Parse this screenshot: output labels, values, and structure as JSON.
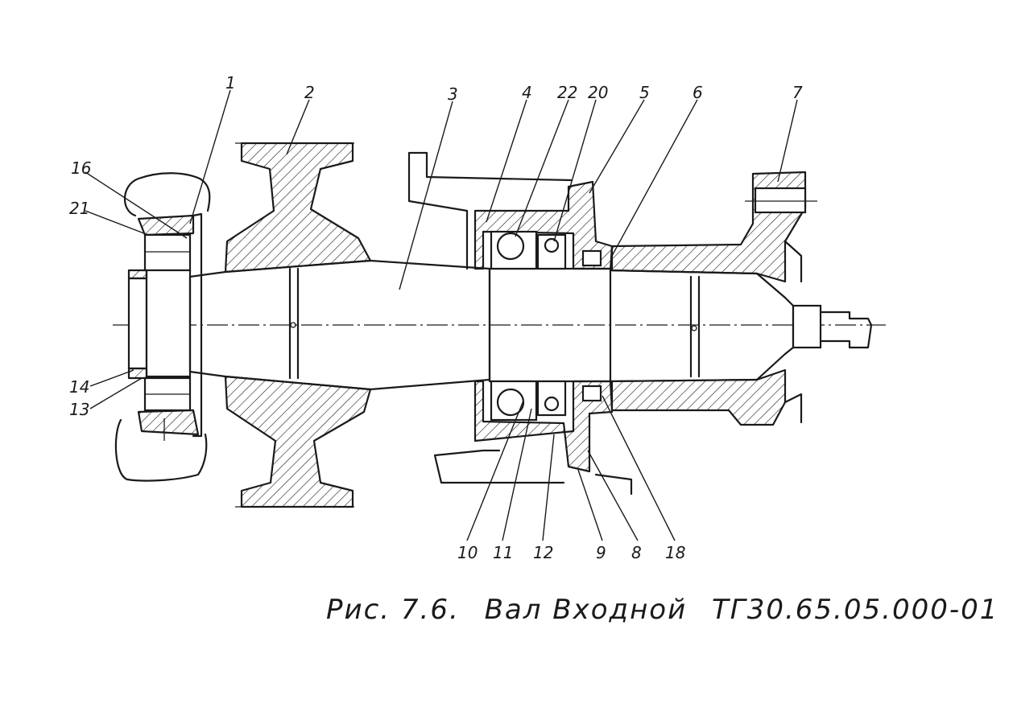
{
  "caption": {
    "figure": "Рис. 7.6.",
    "title": "Вал Входной",
    "code": "ТГ30.65.05.000-01"
  },
  "callouts": [
    {
      "label": "1"
    },
    {
      "label": "2"
    },
    {
      "label": "3"
    },
    {
      "label": "4"
    },
    {
      "label": "22"
    },
    {
      "label": "20"
    },
    {
      "label": "5"
    },
    {
      "label": "6"
    },
    {
      "label": "7"
    },
    {
      "label": "16"
    },
    {
      "label": "21"
    },
    {
      "label": "14"
    },
    {
      "label": "13"
    },
    {
      "label": "10"
    },
    {
      "label": "11"
    },
    {
      "label": "12"
    },
    {
      "label": "9"
    },
    {
      "label": "8"
    },
    {
      "label": "18"
    }
  ]
}
